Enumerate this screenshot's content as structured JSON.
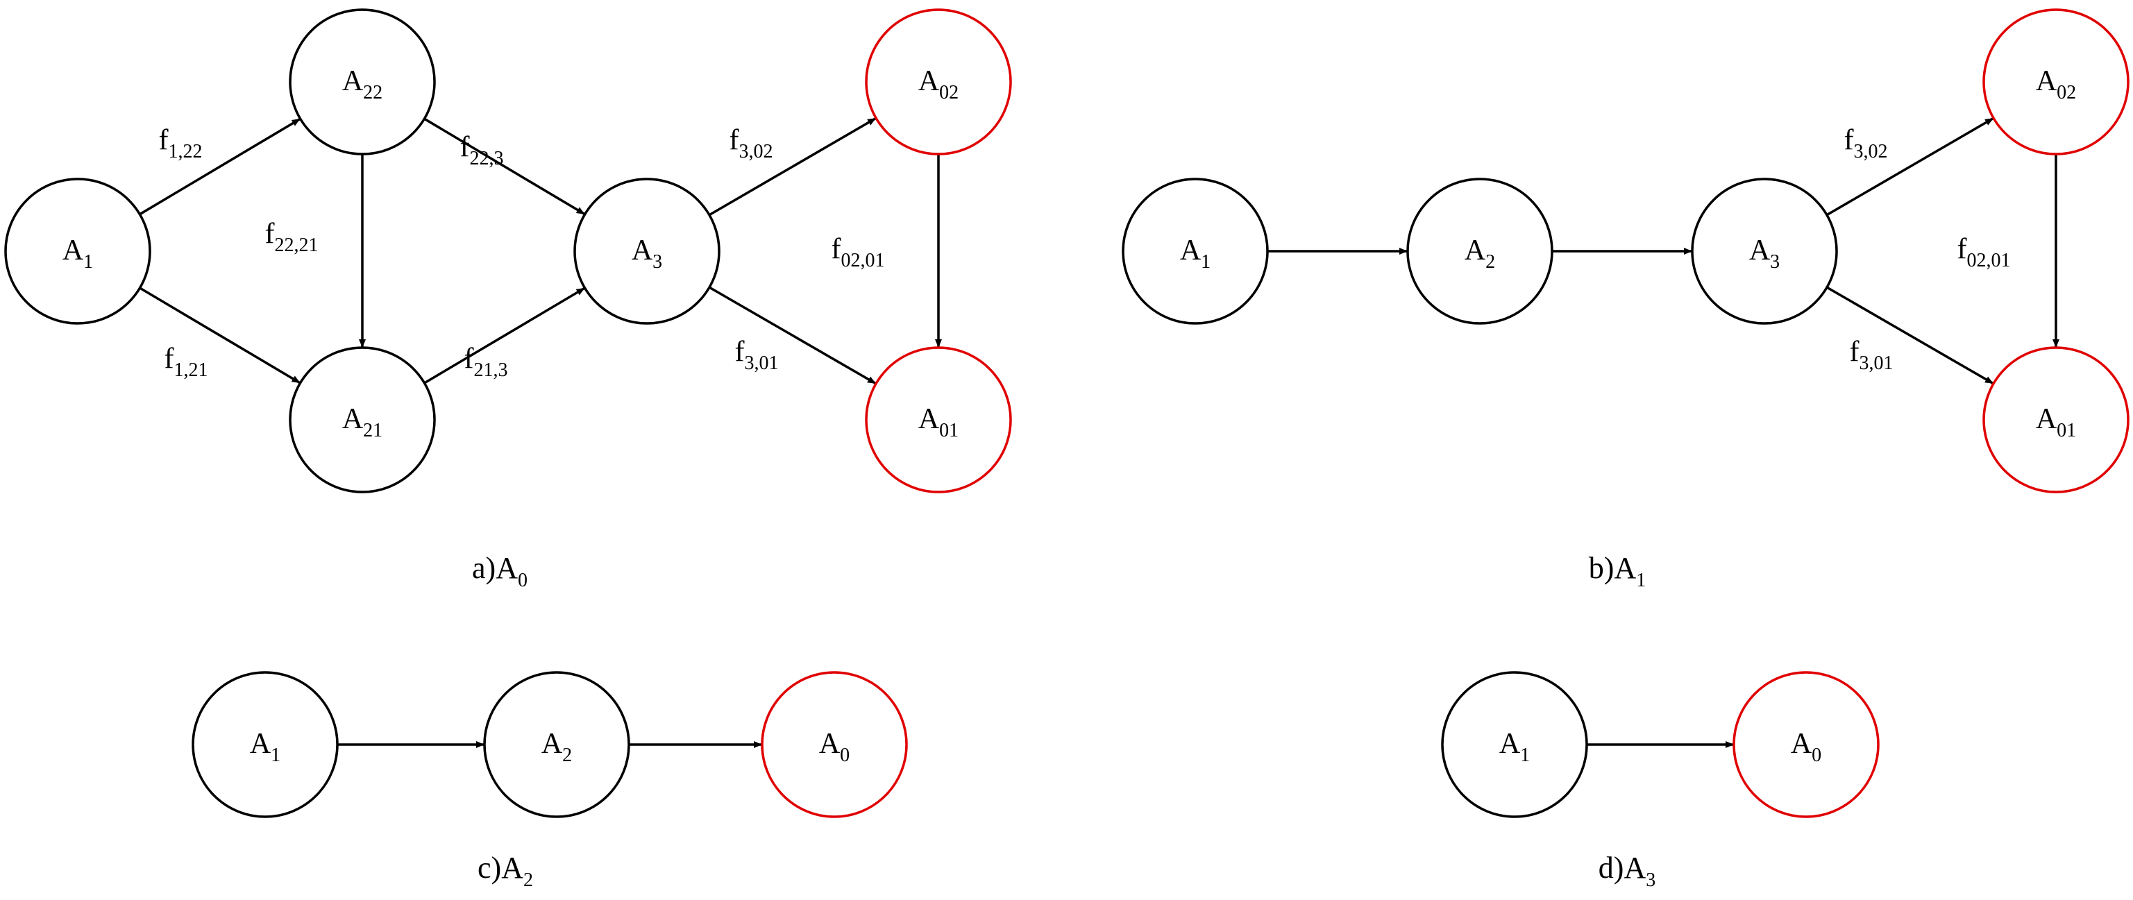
{
  "colors": {
    "normal_node_stroke": "#000000",
    "terminal_node_stroke": "#e00000",
    "edge": "#000000",
    "background": "#ffffff"
  },
  "panels": [
    {
      "id": "a",
      "caption": {
        "prefix": "a)",
        "base": "A",
        "sub": "0"
      },
      "nodes": [
        {
          "id": "a-A1",
          "base": "A",
          "sub": "1",
          "terminal": false
        },
        {
          "id": "a-A22",
          "base": "A",
          "sub": "22",
          "terminal": false
        },
        {
          "id": "a-A21",
          "base": "A",
          "sub": "21",
          "terminal": false
        },
        {
          "id": "a-A3",
          "base": "A",
          "sub": "3",
          "terminal": false
        },
        {
          "id": "a-A02",
          "base": "A",
          "sub": "02",
          "terminal": true
        },
        {
          "id": "a-A01",
          "base": "A",
          "sub": "01",
          "terminal": true
        }
      ],
      "edges": [
        {
          "from": "a-A1",
          "to": "a-A22",
          "label": {
            "base": "f",
            "sub": "1,22"
          }
        },
        {
          "from": "a-A1",
          "to": "a-A21",
          "label": {
            "base": "f",
            "sub": "1,21"
          }
        },
        {
          "from": "a-A22",
          "to": "a-A21",
          "label": {
            "base": "f",
            "sub": "22,21"
          }
        },
        {
          "from": "a-A22",
          "to": "a-A3",
          "label": {
            "base": "f",
            "sub": "22,3"
          }
        },
        {
          "from": "a-A21",
          "to": "a-A3",
          "label": {
            "base": "f",
            "sub": "21,3"
          }
        },
        {
          "from": "a-A3",
          "to": "a-A02",
          "label": {
            "base": "f",
            "sub": "3,02"
          }
        },
        {
          "from": "a-A3",
          "to": "a-A01",
          "label": {
            "base": "f",
            "sub": "3,01"
          }
        },
        {
          "from": "a-A02",
          "to": "a-A01",
          "label": {
            "base": "f",
            "sub": "02,01"
          }
        }
      ]
    },
    {
      "id": "b",
      "caption": {
        "prefix": "b)",
        "base": "A",
        "sub": "1"
      },
      "nodes": [
        {
          "id": "b-A1",
          "base": "A",
          "sub": "1",
          "terminal": false
        },
        {
          "id": "b-A2",
          "base": "A",
          "sub": "2",
          "terminal": false
        },
        {
          "id": "b-A3",
          "base": "A",
          "sub": "3",
          "terminal": false
        },
        {
          "id": "b-A02",
          "base": "A",
          "sub": "02",
          "terminal": true
        },
        {
          "id": "b-A01",
          "base": "A",
          "sub": "01",
          "terminal": true
        }
      ],
      "edges": [
        {
          "from": "b-A1",
          "to": "b-A2",
          "label": null
        },
        {
          "from": "b-A2",
          "to": "b-A3",
          "label": null
        },
        {
          "from": "b-A3",
          "to": "b-A02",
          "label": {
            "base": "f",
            "sub": "3,02"
          }
        },
        {
          "from": "b-A3",
          "to": "b-A01",
          "label": {
            "base": "f",
            "sub": "3,01"
          }
        },
        {
          "from": "b-A02",
          "to": "b-A01",
          "label": {
            "base": "f",
            "sub": "02,01"
          }
        }
      ]
    },
    {
      "id": "c",
      "caption": {
        "prefix": "c)",
        "base": "A",
        "sub": "2"
      },
      "nodes": [
        {
          "id": "c-A1",
          "base": "A",
          "sub": "1",
          "terminal": false
        },
        {
          "id": "c-A2",
          "base": "A",
          "sub": "2",
          "terminal": false
        },
        {
          "id": "c-A0",
          "base": "A",
          "sub": "0",
          "terminal": true
        }
      ],
      "edges": [
        {
          "from": "c-A1",
          "to": "c-A2",
          "label": null
        },
        {
          "from": "c-A2",
          "to": "c-A0",
          "label": null
        }
      ]
    },
    {
      "id": "d",
      "caption": {
        "prefix": "d)",
        "base": "A",
        "sub": "3"
      },
      "nodes": [
        {
          "id": "d-A1",
          "base": "A",
          "sub": "1",
          "terminal": false
        },
        {
          "id": "d-A0",
          "base": "A",
          "sub": "0",
          "terminal": true
        }
      ],
      "edges": [
        {
          "from": "d-A1",
          "to": "d-A0",
          "label": null
        }
      ]
    }
  ]
}
